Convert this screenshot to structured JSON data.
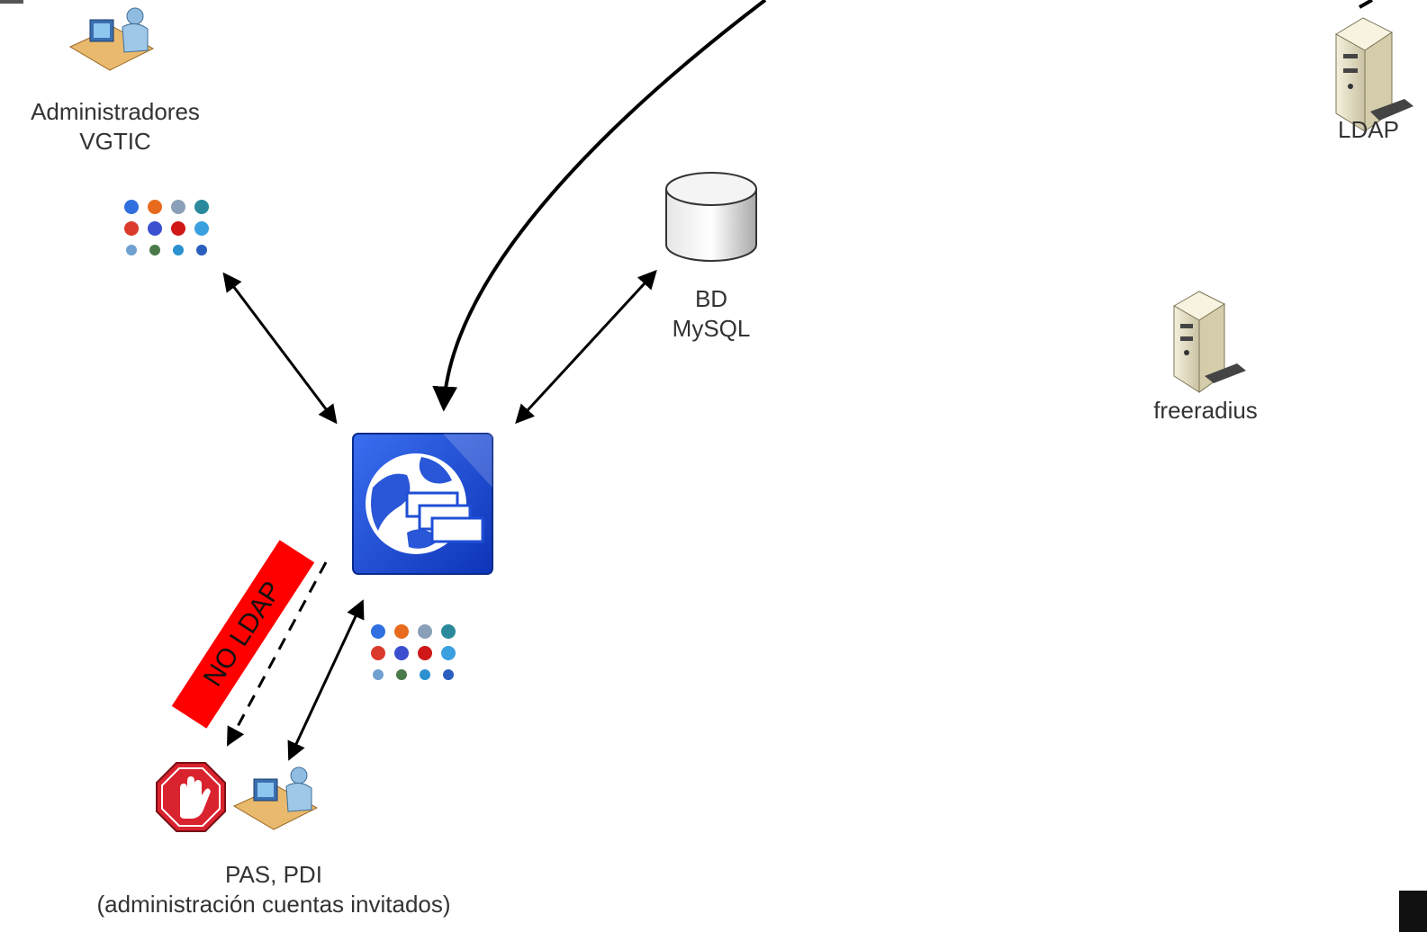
{
  "nodes": {
    "admins": {
      "line1": "Administradores",
      "line2": "VGTIC",
      "icon": "admin-user-computer-icon"
    },
    "ldap": {
      "label": "LDAP",
      "icon": "ldap-server-icon"
    },
    "mysql": {
      "line1": "BD",
      "line2": "MySQL",
      "icon": "database-cylinder-icon"
    },
    "freeradius": {
      "label": "freeradius",
      "icon": "freeradius-server-icon"
    },
    "webapp": {
      "icon": "web-application-icon",
      "color": "#1f4fd6"
    },
    "browsers_top": {
      "icon": "browsers-grid-icon"
    },
    "browsers_bottom": {
      "icon": "browsers-grid-icon"
    },
    "pas_pdi": {
      "line1": "PAS, PDI",
      "line2": "(administración cuentas invitados)",
      "icon": "guest-admin-user-icon"
    },
    "stop": {
      "icon": "stop-hand-icon",
      "color": "#d9232e"
    }
  },
  "no_ldap_tag": {
    "text": "NO LDAP",
    "color": "#ff0000"
  },
  "arrow_color": "#000000"
}
